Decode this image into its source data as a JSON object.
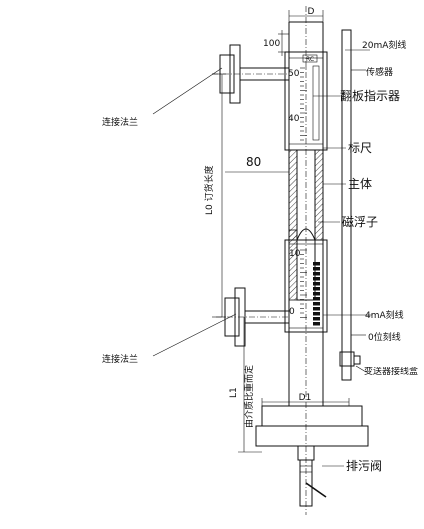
{
  "labels": {
    "dim_d": "D",
    "dim_100": "100",
    "dim_80": "80",
    "dim_l0": "L0 订货长度",
    "dim_l1": "L1",
    "dim_d1": "D1",
    "medium": "由介质比重而定",
    "flange_top": "连接法兰",
    "flange_bottom": "连接法兰",
    "line_20ma": "20mA刻线",
    "sensor": "传感器",
    "flip_indicator": "翻板指示器",
    "scale": "标尺",
    "body": "主体",
    "float": "磁浮子",
    "line_4ma": "4mA刻线",
    "line_zero": "0位刻线",
    "transmitter_box": "变送器接线盒",
    "drain_valve": "排污阀"
  },
  "scale": {
    "badge": "RC",
    "ticks_top": [
      "50",
      "40"
    ],
    "ticks_bottom": [
      "10",
      "0"
    ]
  }
}
